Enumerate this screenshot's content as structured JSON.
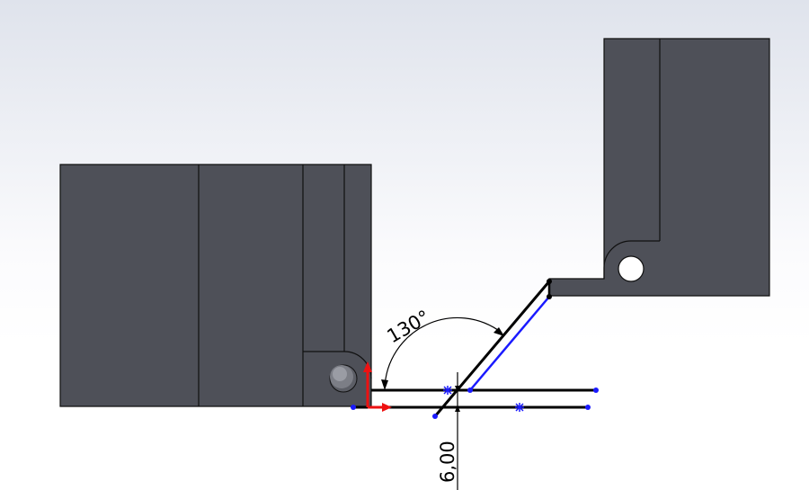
{
  "window": {
    "app": "sketch-viewport"
  },
  "dimensions": {
    "angle_label": "130°",
    "distance_label": "6,00"
  },
  "colors": {
    "part_fill": "#4e5058",
    "part_edge": "#101010",
    "sketch_line": "#000000",
    "selected_line": "#1a1aff",
    "sketch_point": "#1a1aff",
    "origin_red": "#ee1111",
    "hole_fill": "#ffffff",
    "background_top": "#dfe3ec",
    "background_bottom": "#ffffff"
  },
  "icons": {
    "origin": "origin-axes-icon",
    "hole": "pin-hole-icon",
    "midpoint": "midpoint-marker-icon"
  }
}
